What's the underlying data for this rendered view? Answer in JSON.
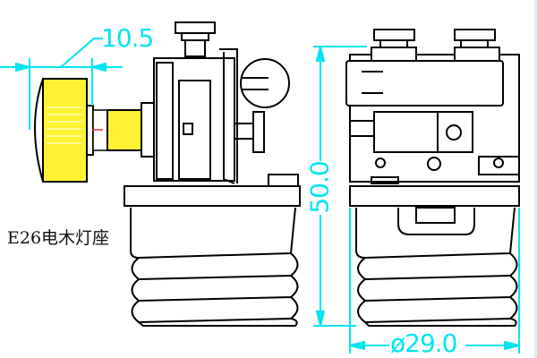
{
  "title_label": "E26电木灯座",
  "dimensions": {
    "knob_offset": "10.5",
    "height": "50.0",
    "diameter": "ø29.0"
  },
  "colors": {
    "dimension": "#00e5f0",
    "knob": "#fff233",
    "outline": "#000000"
  }
}
